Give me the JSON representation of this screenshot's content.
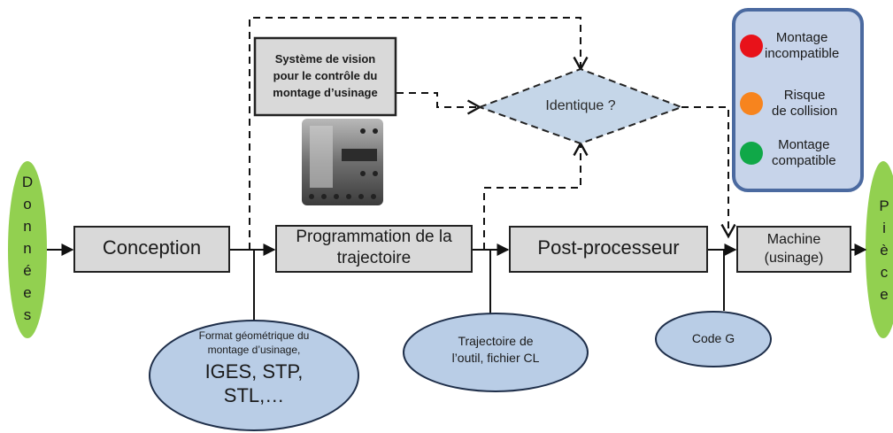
{
  "inputs": {
    "left_label": [
      "D",
      "o",
      "n",
      "n",
      "é",
      "e",
      "s"
    ],
    "right_label": [
      "P",
      "i",
      "è",
      "c",
      "e"
    ]
  },
  "steps": {
    "conception": "Conception",
    "programmation_line1": "Programmation de la",
    "programmation_line2": "trajectoire",
    "post_processeur": "Post-processeur",
    "machine_line1": "Machine",
    "machine_line2": "(usinage)"
  },
  "vision": {
    "line1": "Système de vision",
    "line2": "pour le contrôle du",
    "line3": "montage d’usinage"
  },
  "decision": {
    "label": "Identique ?"
  },
  "outputs": {
    "format_line1": "Format géométrique  du",
    "format_line2": "montage d’usinage,",
    "format_line3": "IGES, STP,",
    "format_line4": "STL,…",
    "trajectoire_line1": "Trajectoire de",
    "trajectoire_line2": "l’outil, fichier CL",
    "codeg": "Code G"
  },
  "legend": {
    "items": [
      {
        "line1": "Montage",
        "line2": "incompatible",
        "color": "#e8121a"
      },
      {
        "line1": "Risque",
        "line2": "de collision",
        "color": "#f7841e"
      },
      {
        "line1": "Montage",
        "line2": "compatible",
        "color": "#10a848"
      }
    ]
  },
  "colors": {
    "box_fill": "#d9d9d9",
    "ellipse_fill": "#b9cde6",
    "green": "#92d050",
    "legend_bg": "#c7d4ea",
    "legend_border": "#4b6aa0"
  }
}
